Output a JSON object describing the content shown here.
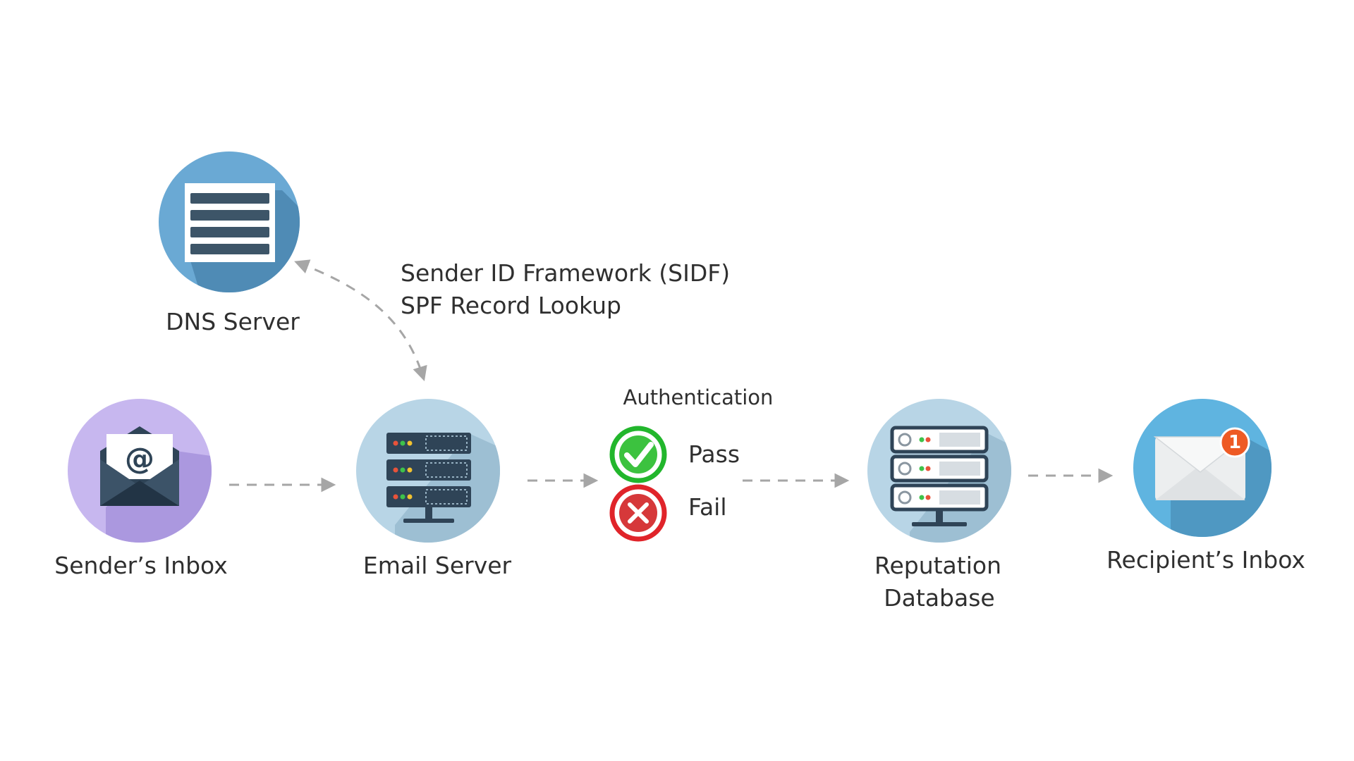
{
  "nodes": {
    "dns_server": "DNS Server",
    "senders_inbox": "Sender’s Inbox",
    "email_server": "Email Server",
    "reputation_database": [
      "Reputation",
      "Database"
    ],
    "recipients_inbox": "Recipient’s Inbox"
  },
  "annotation": {
    "line1": "Sender ID Framework (SIDF)",
    "line2": "SPF Record Lookup"
  },
  "authentication": {
    "title": "Authentication",
    "pass_label": "Pass",
    "fail_label": "Fail"
  },
  "notification": {
    "count": "1"
  },
  "icons": {
    "dns": "dns-record-icon",
    "sender": "open-envelope-at-icon",
    "email_server": "server-rack-icon",
    "pass": "checkmark-icon",
    "fail": "x-mark-icon",
    "reputation": "database-server-icon",
    "recipient": "envelope-notification-icon"
  },
  "colors": {
    "arrow": "#a6a6a6",
    "dns_circle": "#6aa9d4",
    "sender_circle": "#c7b7ef",
    "server_circle": "#b8d5e6",
    "recipient_circle": "#5fb4e0",
    "pass": "#22b62c",
    "fail": "#e0242a",
    "badge": "#ee5a24"
  }
}
